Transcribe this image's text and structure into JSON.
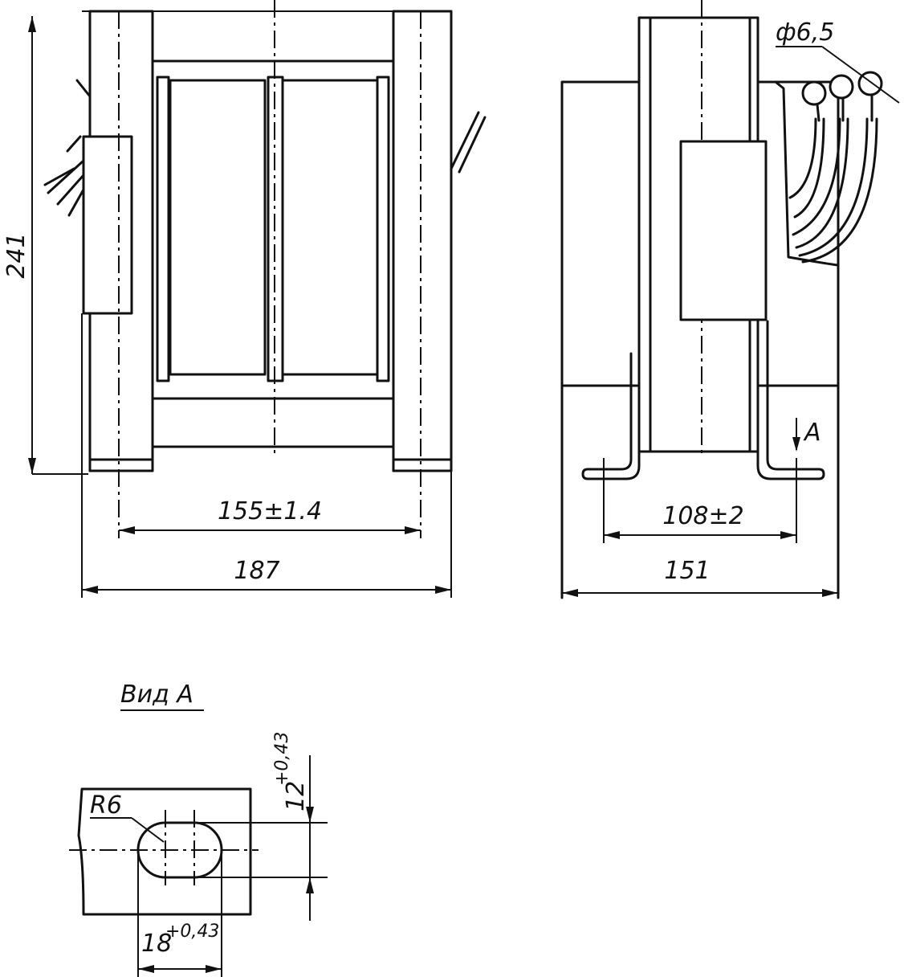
{
  "dimensions": {
    "height_241": "241",
    "width_155": "155±1.4",
    "width_187": "187",
    "width_108": "108±2",
    "width_151": "151",
    "diameter": "ф6,5",
    "arrow_a": "A",
    "slot_radius": "R6",
    "slot_height_base": "12",
    "slot_height_tol": "+0,43",
    "slot_width_base": "18",
    "slot_width_tol": "+0,43"
  },
  "view_a": {
    "title": "Вид А"
  }
}
